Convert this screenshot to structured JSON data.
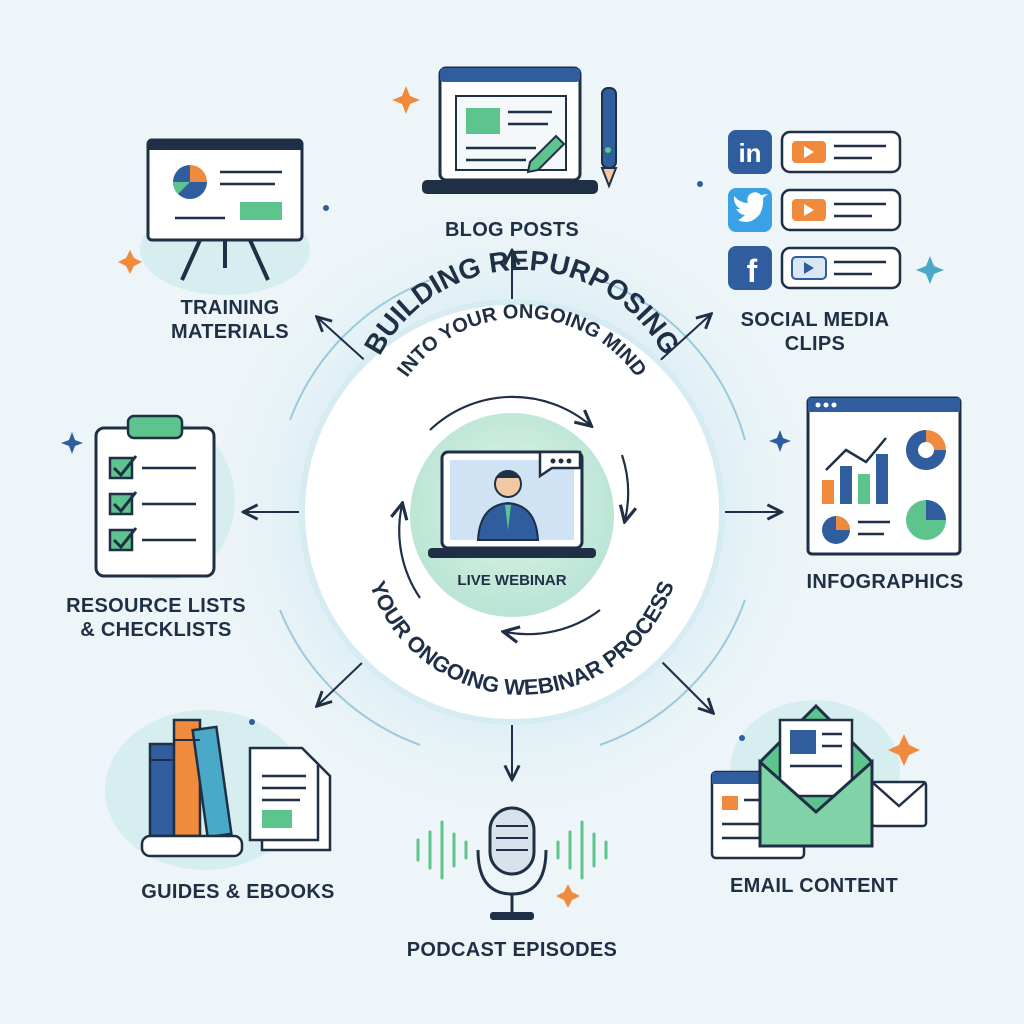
{
  "center": {
    "title_top": "Building Repurposing",
    "subtitle_top": "Into Your Ongoing Mind",
    "title_bottom": "Your Ongoing Webinar Process",
    "core_label": "Live Webinar"
  },
  "nodes": {
    "blog_posts": "Blog Posts",
    "training_line1": "Training",
    "training_line2": "Materials",
    "social_line1": "Social Media",
    "social_line2": "Clips",
    "infographics": "Infographics",
    "resource_line1": "Resource Lists",
    "resource_line2": "& Checklists",
    "guides": "Guides & Ebooks",
    "podcast": "Podcast Episodes",
    "email": "Email Content"
  },
  "icons": {
    "linkedin": "in",
    "twitter": "twitter-bird-icon",
    "facebook": "f"
  },
  "colors": {
    "navy": "#1f2f45",
    "blue": "#2f5d9e",
    "green": "#5cc48c",
    "orange": "#f08a3c",
    "teal": "#4aa8c8"
  }
}
